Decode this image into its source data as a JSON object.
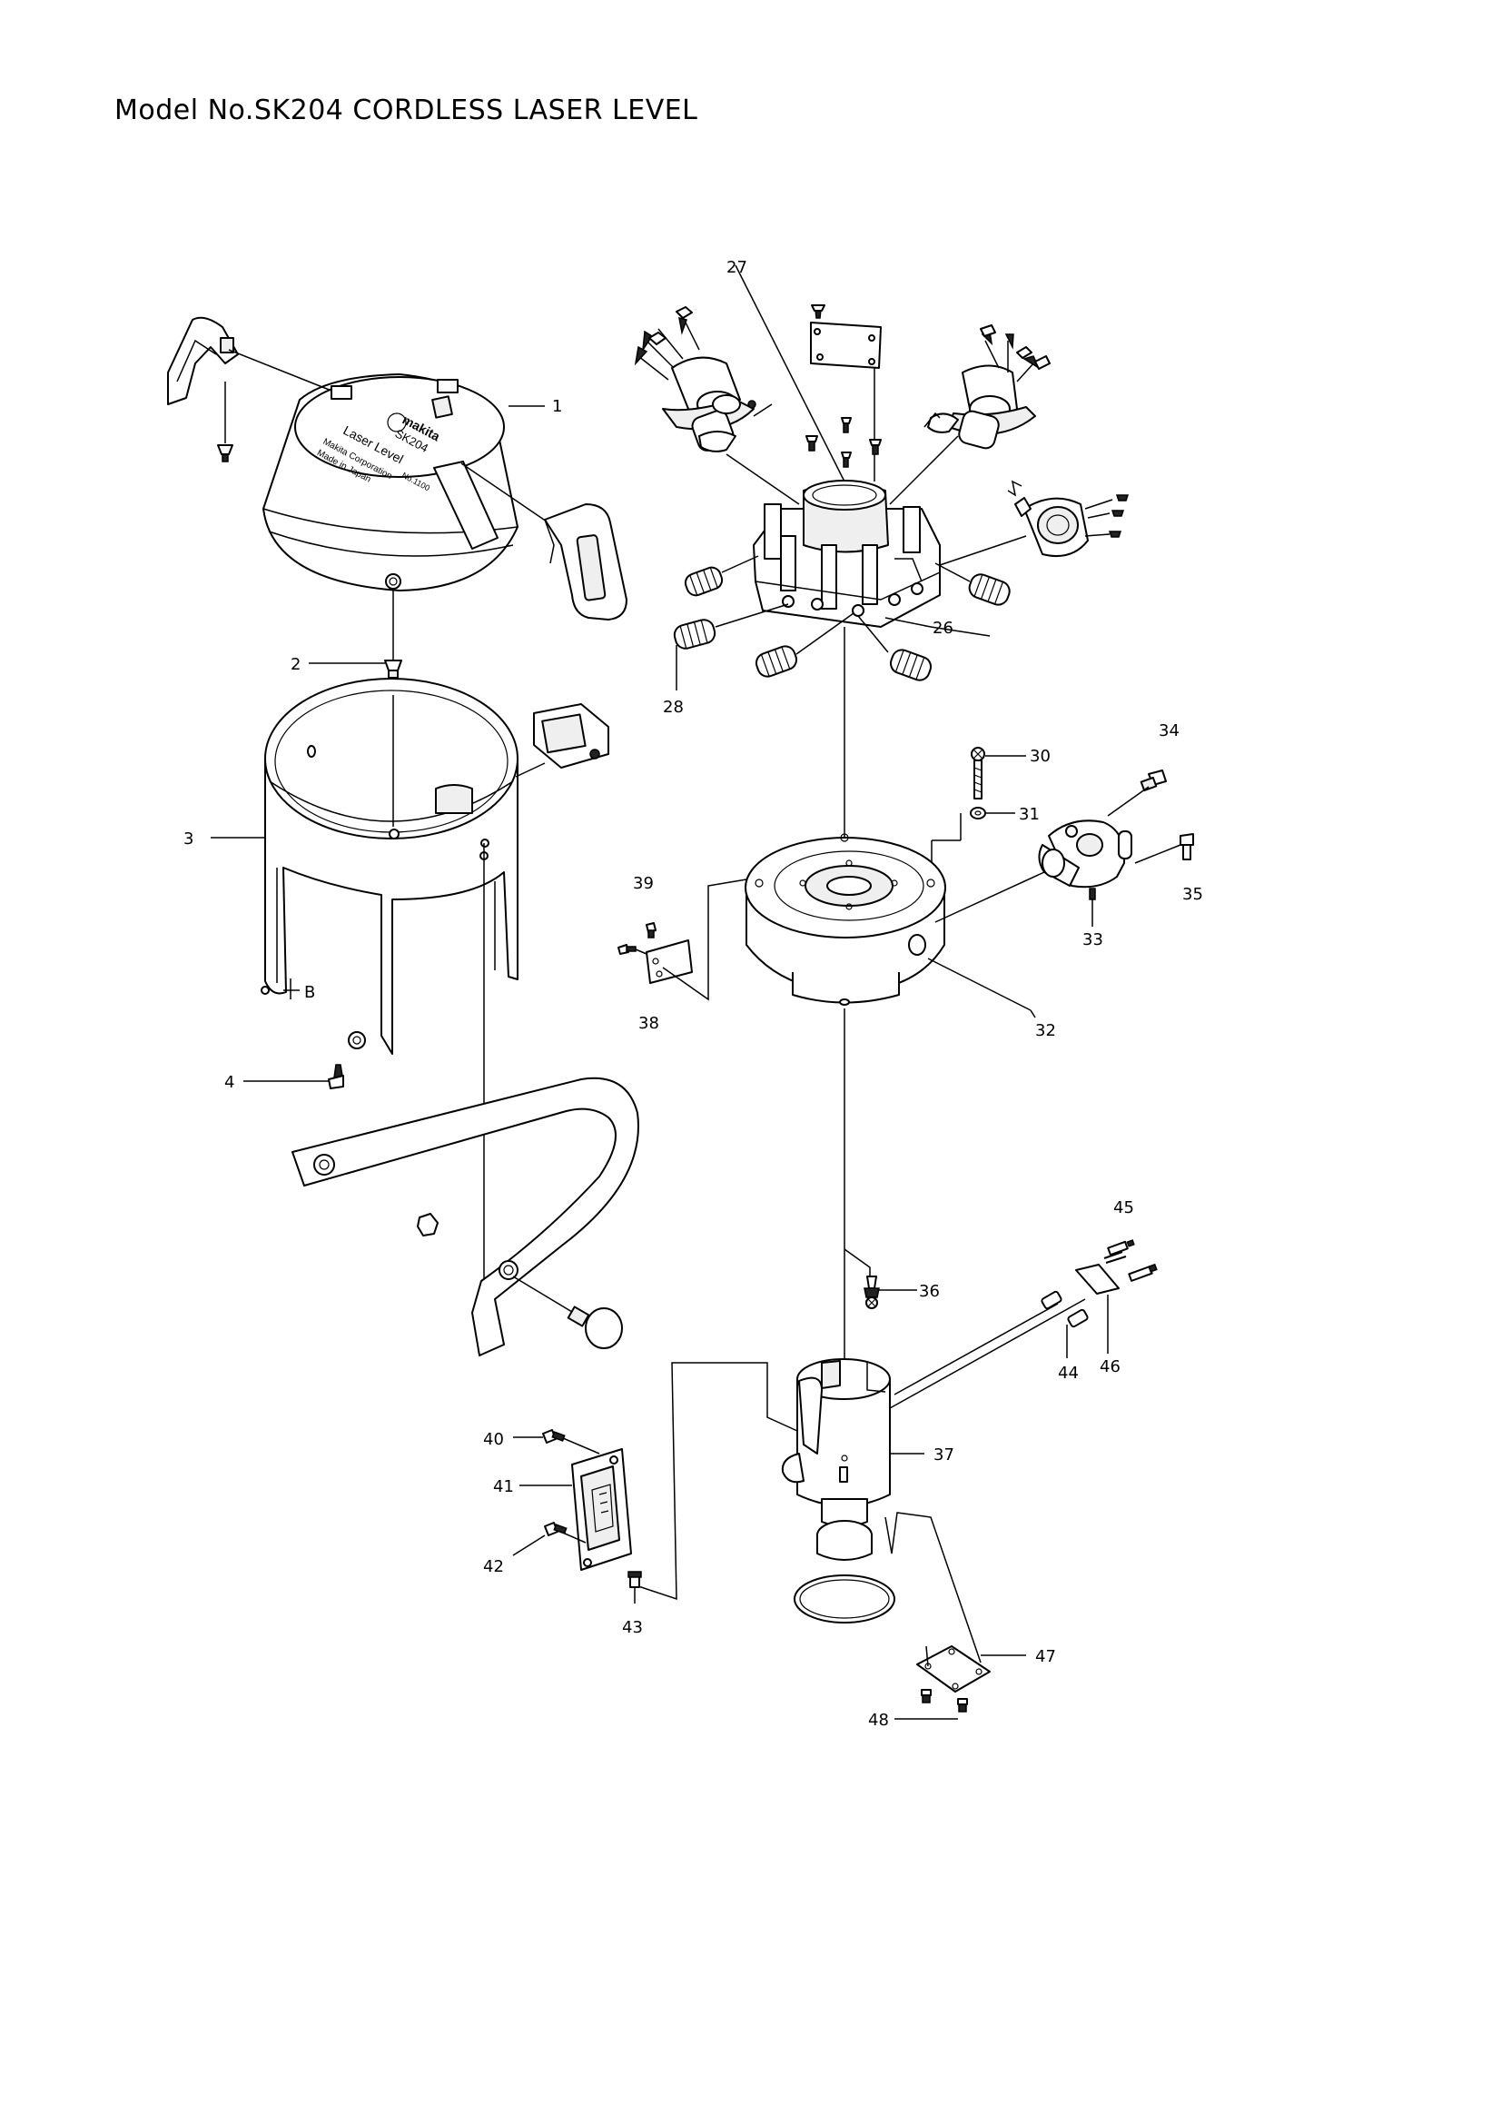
{
  "title": "Model No.SK204 CORDLESS LASER LEVEL",
  "cover_marking": {
    "brand": "makita",
    "model": "SK204",
    "product": "Laser Level",
    "serial": "No.1100",
    "maker": "Makita Corporation",
    "origin": "Made in Japan"
  },
  "section_mark": "B",
  "part_labels": [
    "1",
    "2",
    "3",
    "4",
    "26",
    "27",
    "28",
    "30",
    "31",
    "32",
    "33",
    "34",
    "35",
    "36",
    "37",
    "38",
    "39",
    "40",
    "41",
    "42",
    "43",
    "44",
    "45",
    "46",
    "47",
    "48"
  ]
}
